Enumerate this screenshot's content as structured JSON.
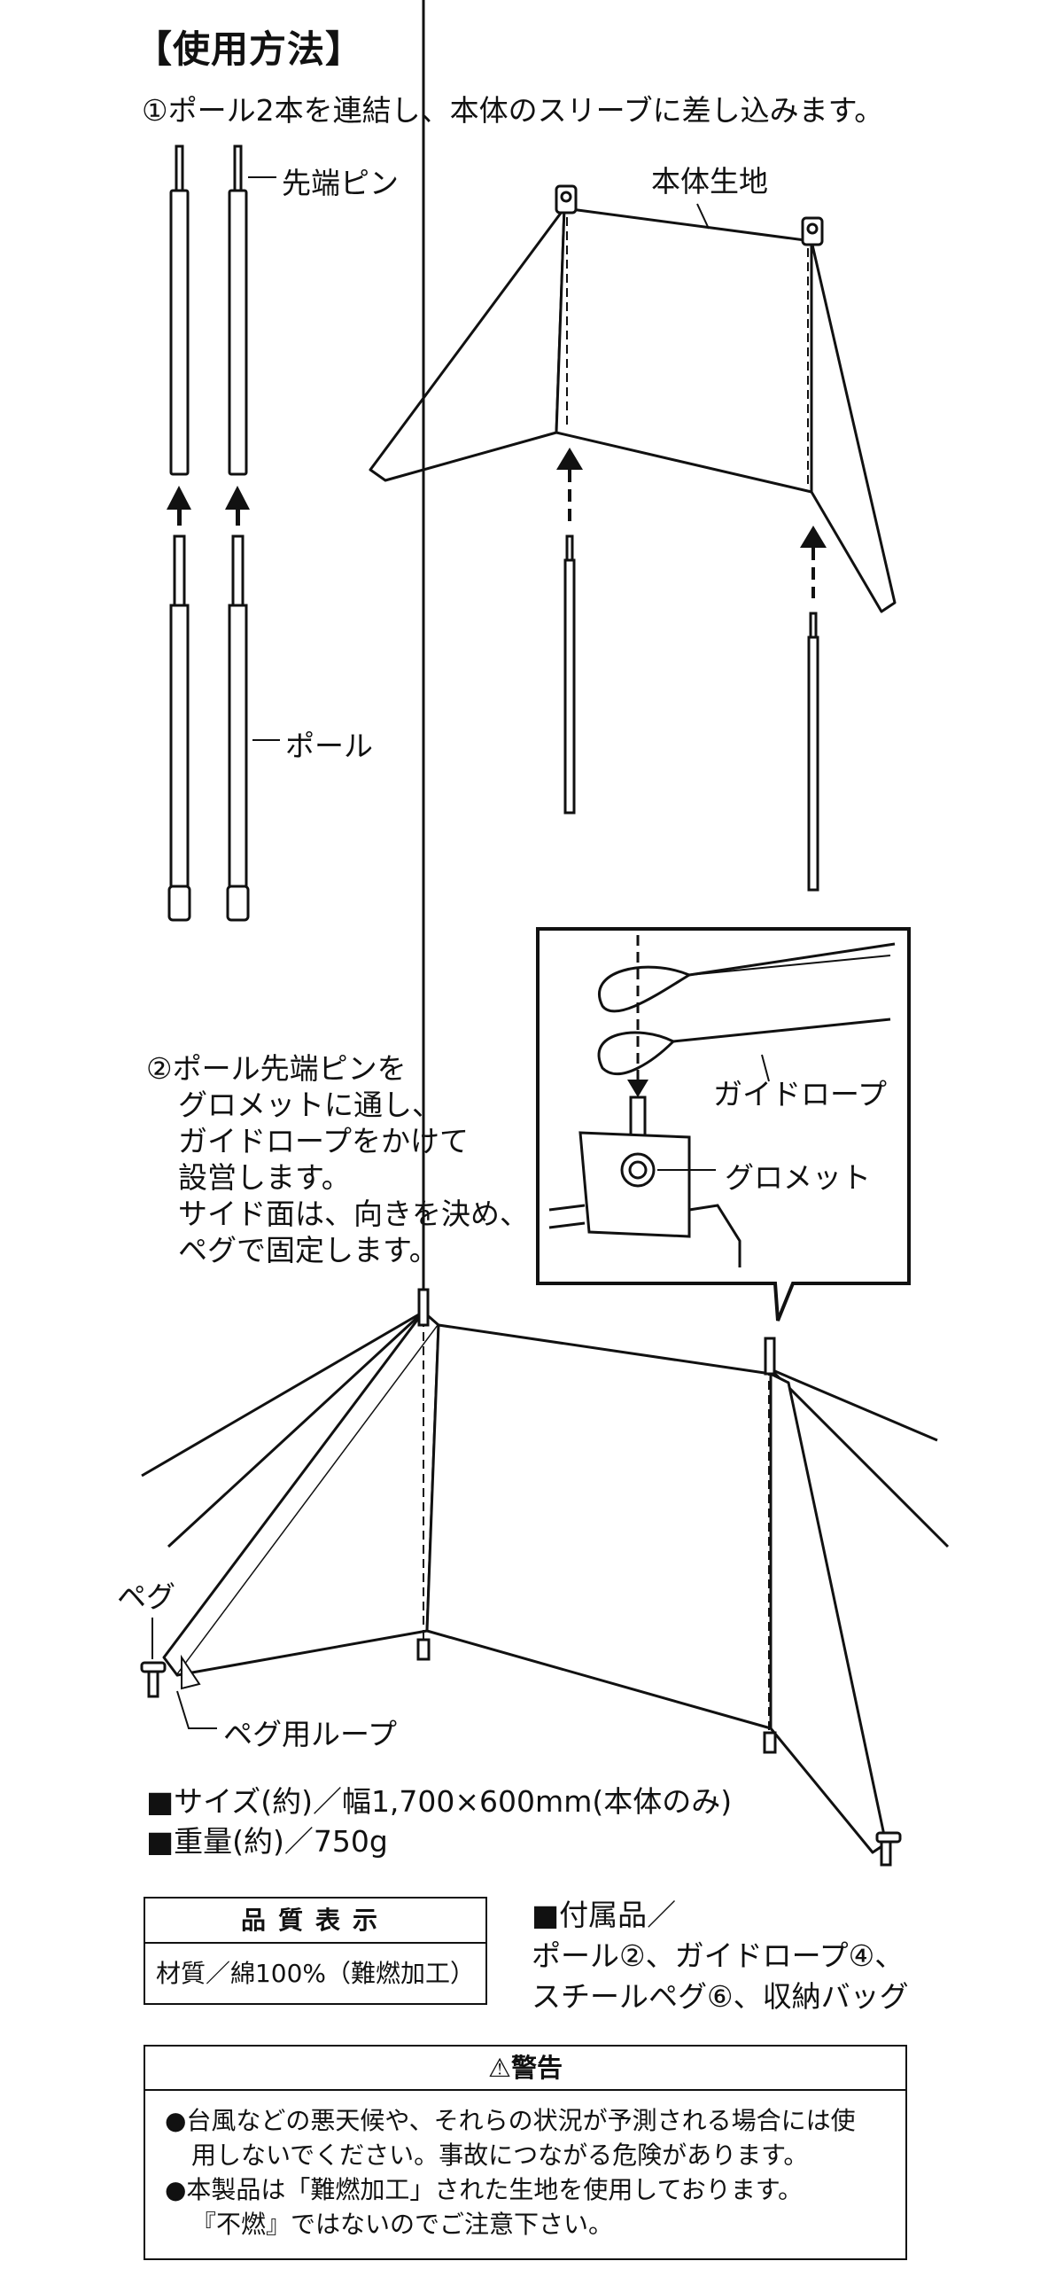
{
  "heading": "【使用方法】",
  "step1": "①ポール2本を連結し、本体のスリーブに差し込みます。",
  "labels": {
    "tip_pin": "先端ピン",
    "pole": "ポール",
    "body_fabric": "本体生地",
    "guy_rope": "ガイドロープ",
    "grommet": "グロメット",
    "peg": "ペグ",
    "peg_loop": "ペグ用ループ"
  },
  "step2": {
    "lines": [
      "②ポール先端ピンを",
      "グロメットに通し、",
      "ガイドロープをかけて",
      "設営します。",
      "サイド面は、向きを決め、",
      "ペグで固定します。"
    ]
  },
  "specs": {
    "size": "■サイズ(約)／幅1,700×600mm(本体のみ)",
    "weight": "■重量(約)／750g"
  },
  "quality": {
    "header": "品質表示",
    "material": "材質／綿100%（難燃加工）"
  },
  "accessories": {
    "lines": [
      "■付属品／",
      "ポール②、ガイドロープ④、",
      "スチールペグ⑥、収納バッグ"
    ]
  },
  "warning": {
    "header": "⚠警告",
    "lines": [
      "●台風などの悪天候や、それらの状況が予測される場合には使",
      "用しないでください。事故につながる危険があります。",
      "●本製品は「難燃加工」された生地を使用しております。",
      "『不燃』ではないのでご注意下さい。"
    ]
  }
}
